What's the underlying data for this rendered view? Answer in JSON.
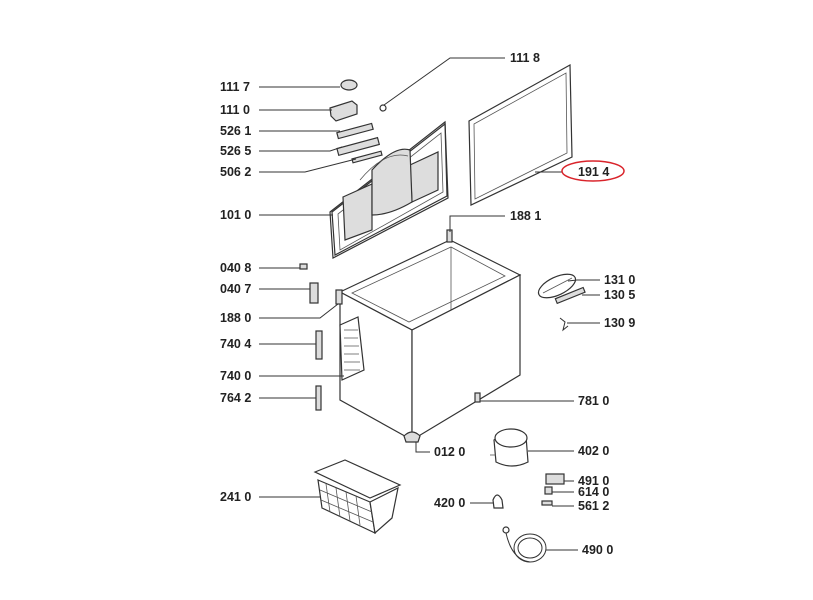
{
  "diagram": {
    "labels": {
      "p1117": "111 7",
      "p1110": "111 0",
      "p5261": "526 1",
      "p5265": "526 5",
      "p5062": "506 2",
      "p1010": "101 0",
      "p1118": "111 8",
      "p1914": "191 4",
      "p1881": "188 1",
      "p0408": "040 8",
      "p0407": "040 7",
      "p1880": "188 0",
      "p7404": "740 4",
      "p7400": "740 0",
      "p7642": "764 2",
      "p2410": "241 0",
      "p1310": "131 0",
      "p1305": "130 5",
      "p1309": "130 9",
      "p7810": "781 0",
      "p0120": "012 0",
      "p4020": "402 0",
      "p4910": "491 0",
      "p6140": "614 0",
      "p5612": "561 2",
      "p4200": "420 0",
      "p4900": "490 0"
    },
    "highlight_color": "#d9232a"
  }
}
